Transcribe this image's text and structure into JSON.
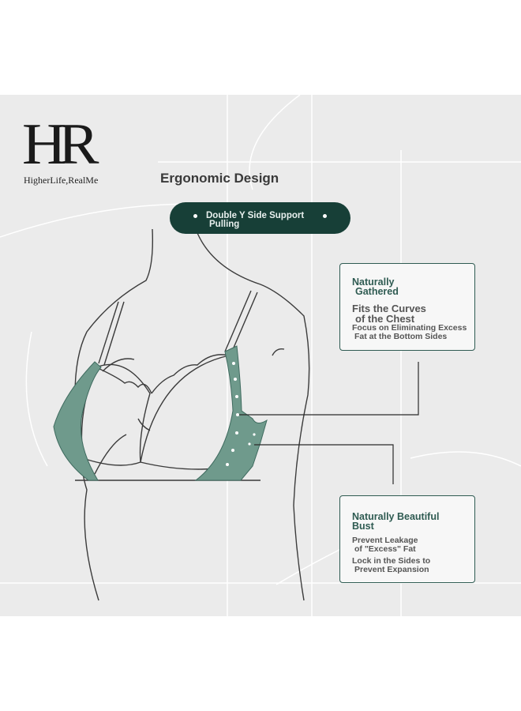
{
  "brand": {
    "mark": "HR",
    "tagline": "HigherLife,RealMe"
  },
  "title": "Ergonomic Design",
  "pill": {
    "line1": "Double Y Side Support",
    "line2": "Pulling"
  },
  "box1": {
    "heading_line1": "Naturally",
    "heading_line2": "Gathered",
    "sub1_line1": "Fits the Curves",
    "sub1_line2": "of the Chest",
    "sub2_line1": "Focus on Eliminating Excess",
    "sub2_line2": "Fat at the Bottom Sides"
  },
  "box2": {
    "heading_line1": "Naturally Beautiful",
    "heading_line2": "Bust",
    "sub1_line1": "Prevent Leakage",
    "sub1_line2": "of \"Excess\" Fat",
    "sub2_line1": "Lock in the Sides to",
    "sub2_line2": "Prevent Expansion"
  },
  "colors": {
    "accent": "#173f37",
    "band": "#6f9a8c",
    "text_green": "#2f5b52"
  }
}
